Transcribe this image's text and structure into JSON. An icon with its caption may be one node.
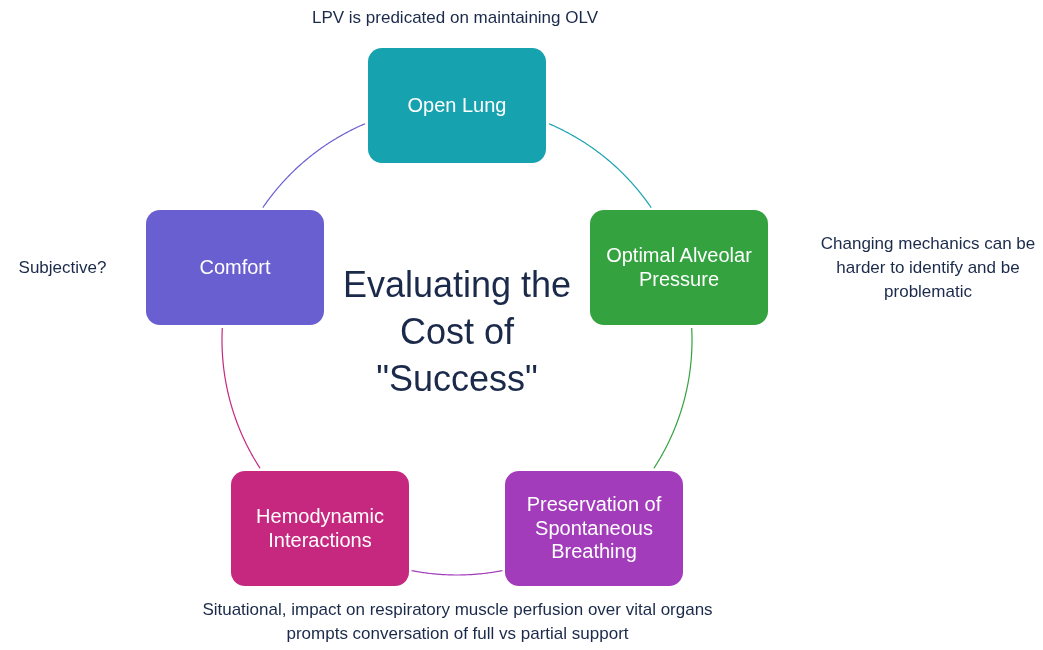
{
  "diagram": {
    "title": "Evaluating the Cost of \"Success\"",
    "nodes": [
      {
        "text": [
          "Open Lung"
        ],
        "beside": [
          "LPV is predicated on maintaining OLV"
        ]
      },
      {
        "text": [
          "Optimal Alveolar Pressure"
        ],
        "beside": [
          "Changing mechanics can be harder to identify and be problematic"
        ]
      },
      {
        "text": [
          "Preservation of Spontaneous Breathing"
        ]
      },
      {
        "text": [
          "Hemodynamic Interactions"
        ]
      },
      {
        "text": [
          "Comfort"
        ],
        "beside": [
          "Subjective?"
        ]
      }
    ],
    "edges": [
      {
        "from": 0,
        "to": 1,
        "arrow": "none",
        "color": "#17a2b0"
      },
      {
        "from": 1,
        "to": 2,
        "arrow": "none",
        "color": "#33a23f"
      },
      {
        "from": 2,
        "to": 3,
        "arrow": "none",
        "color": "#a23cbb"
      },
      {
        "from": 3,
        "to": 4,
        "arrow": "none",
        "color": "#c6287f"
      },
      {
        "from": 4,
        "to": 0,
        "arrow": "none",
        "color": "#6a5fd0"
      }
    ],
    "labels": [
      "Situational, impact on respiratory muscle perfusion over vital organs prompts conversation of full vs partial support"
    ]
  }
}
